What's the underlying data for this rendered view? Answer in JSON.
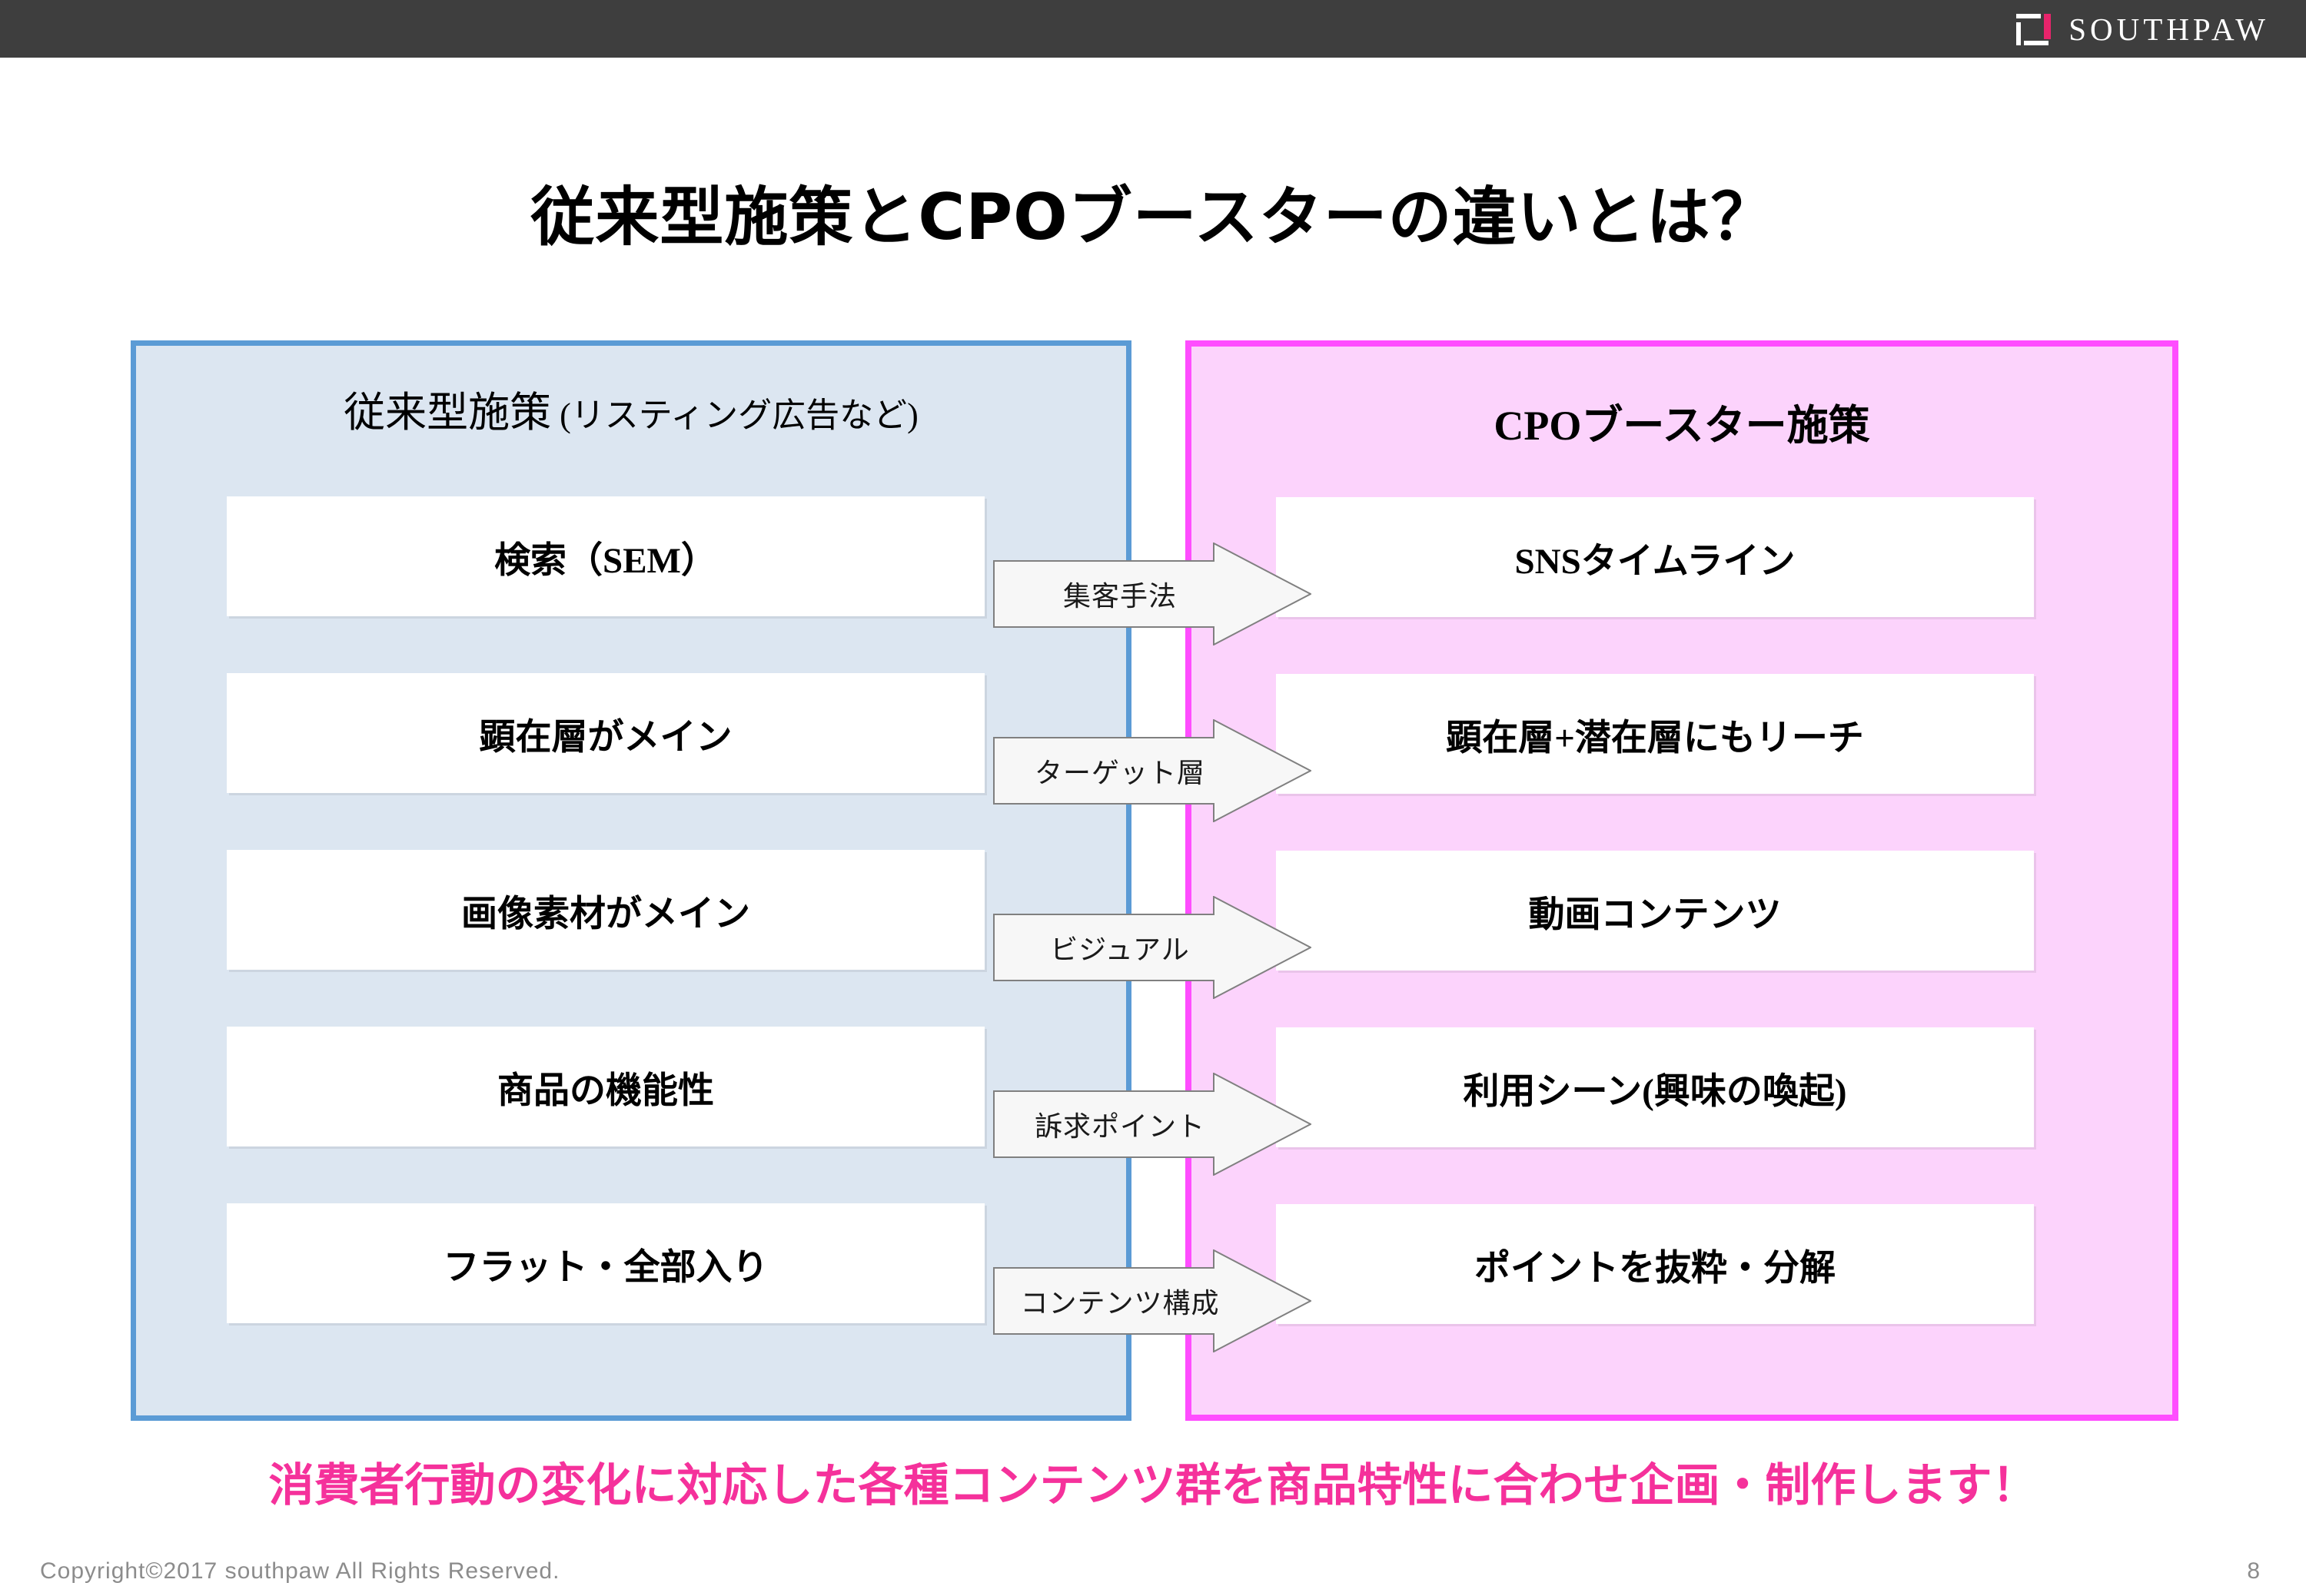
{
  "header": {
    "brand_name": "SOUTHPAW",
    "bar_color": "#3E3E3E",
    "accent_color": "#E8246B"
  },
  "title": "従来型施策とCPOブースターの違いとは？",
  "panels": {
    "left": {
      "heading_main": "従来型施策",
      "heading_sub": " (リスティング広告など)",
      "border_color": "#5B9BD5",
      "fill_color": "#DCE6F1"
    },
    "right": {
      "heading": "CPOブースター施策",
      "border_color": "#FF4DFF",
      "fill_color": "#FCD3FC"
    }
  },
  "rows": [
    {
      "left": "検索（SEM）",
      "arrow": "集客手法",
      "right": "SNSタイムライン"
    },
    {
      "left": "顕在層がメイン",
      "arrow": "ターゲット層",
      "right": "顕在層+潜在層にもリーチ"
    },
    {
      "left": "画像素材がメイン",
      "arrow": "ビジュアル",
      "right": "動画コンテンツ"
    },
    {
      "left": "商品の機能性",
      "arrow": "訴求ポイント",
      "right": "利用シーン(興味の喚起)"
    },
    {
      "left": "フラット・全部入り",
      "arrow": "コンテンツ構成",
      "right": "ポイントを抜粋・分解"
    }
  ],
  "bottom_message": {
    "text": "消費者行動の変化に対応した各種コンテンツ群を商品特性に合わせ企画・制作します！",
    "color": "#F5319B"
  },
  "footer": {
    "copyright": "Copyright©2017  southpaw   All  Rights  Reserved.",
    "page_number": "8"
  }
}
